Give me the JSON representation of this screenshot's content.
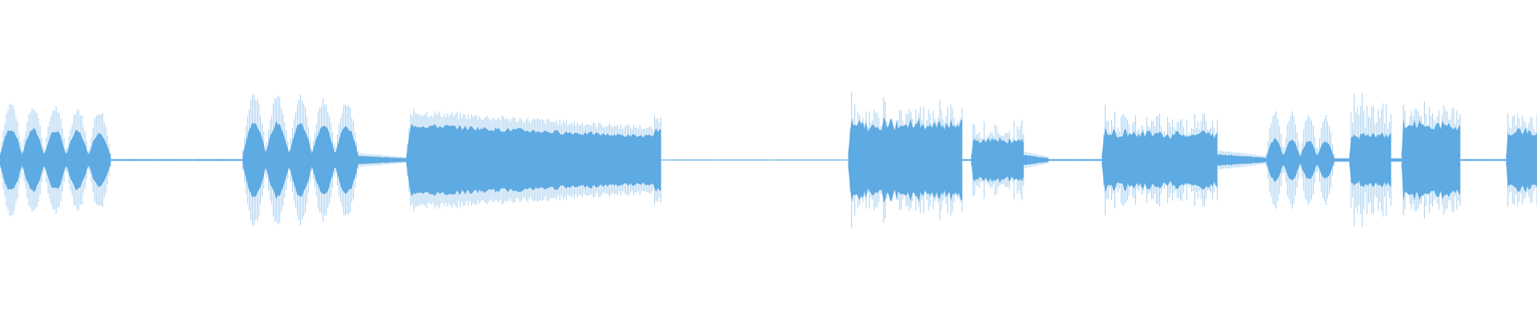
{
  "waveform": {
    "color": "#5eaae2",
    "light_color": "#a9d1f0",
    "background": "#ffffff",
    "samples_per_segment": 200,
    "segments": [
      {
        "start": 0.0,
        "end": 0.072,
        "type": "beat",
        "peak": 0.8,
        "core": 0.45,
        "bumps": 5
      },
      {
        "start": 0.072,
        "end": 0.158,
        "type": "silence",
        "peak": 0.02,
        "core": 0.01,
        "bumps": 0
      },
      {
        "start": 0.158,
        "end": 0.233,
        "type": "beat",
        "peak": 0.95,
        "core": 0.55,
        "bumps": 5
      },
      {
        "start": 0.233,
        "end": 0.264,
        "type": "tail",
        "peak": 0.1,
        "core": 0.06,
        "bumps": 0
      },
      {
        "start": 0.264,
        "end": 0.43,
        "type": "sustain",
        "peak": 0.68,
        "core": 0.5,
        "bumps": 0
      },
      {
        "start": 0.43,
        "end": 0.552,
        "type": "silence",
        "peak": 0.01,
        "core": 0.005,
        "bumps": 0
      },
      {
        "start": 0.552,
        "end": 0.626,
        "type": "noise",
        "peak": 0.85,
        "core": 0.58,
        "bumps": 0
      },
      {
        "start": 0.626,
        "end": 0.632,
        "type": "silence",
        "peak": 0.02,
        "core": 0.01,
        "bumps": 0
      },
      {
        "start": 0.632,
        "end": 0.666,
        "type": "noise",
        "peak": 0.55,
        "core": 0.32,
        "bumps": 0
      },
      {
        "start": 0.666,
        "end": 0.682,
        "type": "tail",
        "peak": 0.12,
        "core": 0.07,
        "bumps": 0
      },
      {
        "start": 0.682,
        "end": 0.717,
        "type": "silence",
        "peak": 0.02,
        "core": 0.01,
        "bumps": 0
      },
      {
        "start": 0.717,
        "end": 0.792,
        "type": "noise",
        "peak": 0.7,
        "core": 0.42,
        "bumps": 0
      },
      {
        "start": 0.792,
        "end": 0.824,
        "type": "tail",
        "peak": 0.14,
        "core": 0.08,
        "bumps": 0
      },
      {
        "start": 0.824,
        "end": 0.868,
        "type": "beat",
        "peak": 0.7,
        "core": 0.3,
        "bumps": 4
      },
      {
        "start": 0.868,
        "end": 0.878,
        "type": "silence",
        "peak": 0.03,
        "core": 0.02,
        "bumps": 0
      },
      {
        "start": 0.878,
        "end": 0.905,
        "type": "noise",
        "peak": 0.9,
        "core": 0.4,
        "bumps": 0
      },
      {
        "start": 0.905,
        "end": 0.912,
        "type": "silence",
        "peak": 0.03,
        "core": 0.02,
        "bumps": 0
      },
      {
        "start": 0.912,
        "end": 0.95,
        "type": "noise",
        "peak": 0.85,
        "core": 0.55,
        "bumps": 0
      },
      {
        "start": 0.95,
        "end": 0.98,
        "type": "silence",
        "peak": 0.02,
        "core": 0.01,
        "bumps": 0
      },
      {
        "start": 0.98,
        "end": 1.0,
        "type": "noise",
        "peak": 0.75,
        "core": 0.45,
        "bumps": 0
      }
    ]
  }
}
